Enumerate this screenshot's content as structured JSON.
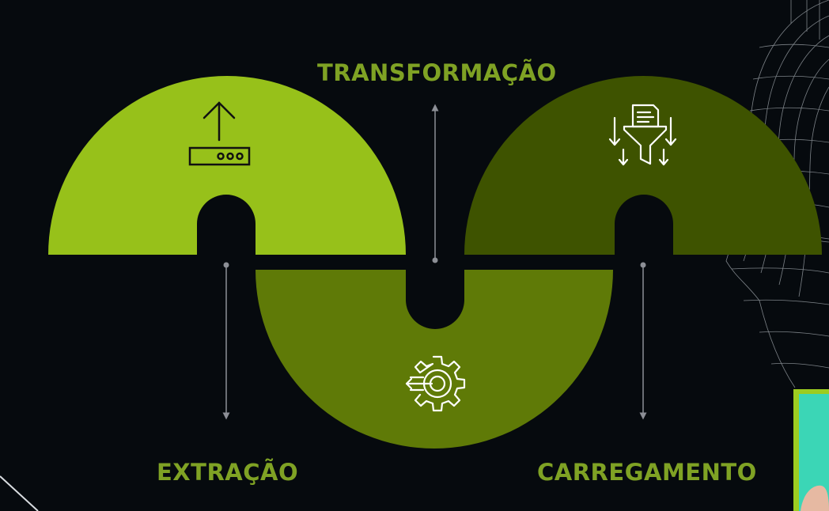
{
  "stages": {
    "transform": {
      "label": "TRANSFORMAÇÃO",
      "icon": "funnel-filter-icon",
      "color": "#3e5300"
    },
    "extract": {
      "label": "EXTRAÇÃO",
      "icon": "server-upload-icon",
      "color": "#97c11a"
    },
    "load": {
      "label": "CARREGAMENTO",
      "icon": "gear-arrows-icon",
      "color": "#5f7a07"
    }
  },
  "colors": {
    "background": "#060a0e",
    "label_text": "#7fa224",
    "connector": "#8c8f96",
    "icon_stroke": "#ffffff",
    "icon_stroke_dark": "#111111"
  }
}
